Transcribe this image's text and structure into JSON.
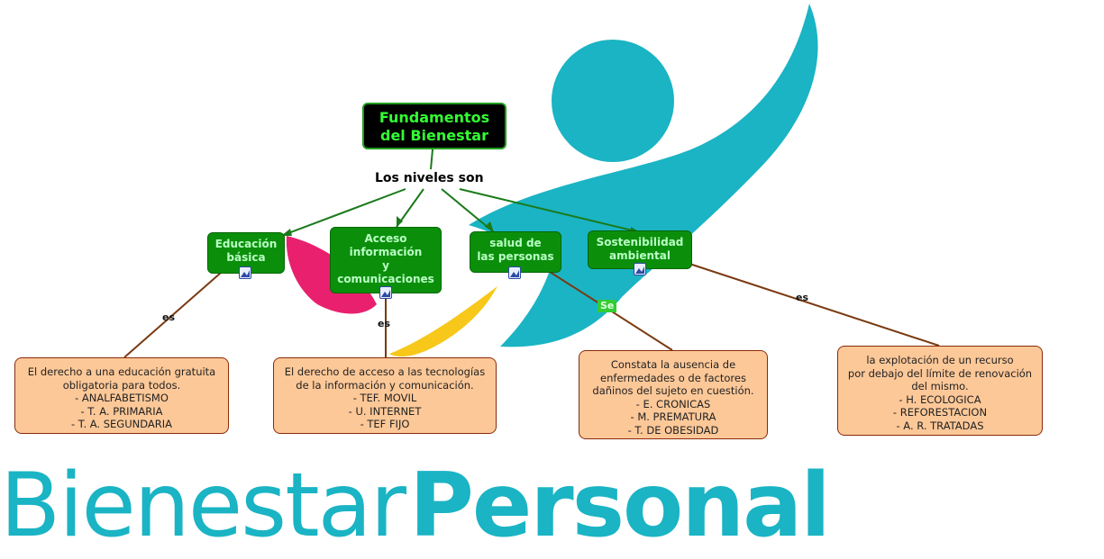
{
  "root": {
    "title_line1": "Fundamentos",
    "title_line2": "del Bienestar"
  },
  "link_label": "Los niveles son",
  "nodes": [
    {
      "lines": [
        "Educación",
        "básica"
      ]
    },
    {
      "lines": [
        "Acceso",
        "información",
        "y",
        "comunicaciones"
      ]
    },
    {
      "lines": [
        "salud de",
        "las personas"
      ]
    },
    {
      "lines": [
        "Sostenibilidad",
        "ambiental"
      ]
    }
  ],
  "connectors": {
    "es1": "es",
    "es2": "es",
    "se": "Se",
    "es3": "es"
  },
  "leaves": [
    {
      "lines": [
        "El derecho a una educación gratuita",
        "obligatoria para todos.",
        "-  ANALFABETISMO",
        "-  T. A. PRIMARIA",
        "-  T. A. SEGUNDARIA"
      ]
    },
    {
      "lines": [
        "El derecho de acceso a las tecnologías",
        "de la información y comunicación.",
        "-  TEF. MOVIL",
        "-  U. INTERNET",
        "-  TEF FIJO"
      ]
    },
    {
      "lines": [
        "Constata la ausencia de",
        "enfermedades o de factores",
        "dañinos del sujeto en cuestión.",
        "-  E. CRONICAS",
        "-  M. PREMATURA",
        "-  T. DE OBESIDAD"
      ]
    },
    {
      "lines": [
        "la explotación de un recurso",
        "por debajo del límite de renovación",
        "del mismo.",
        "-  H. ECOLOGICA",
        "-  REFORESTACION",
        "-  A. R. TRATADAS"
      ]
    }
  ],
  "brand": {
    "word1": "Bienestar",
    "word2": "Personal",
    "color": "#1ab4c4"
  },
  "colors": {
    "teal": "#1ab4c4",
    "pink": "#e8206e",
    "yellow": "#f7c81a",
    "node_green": "#0b8f0b",
    "leaf_fill": "#fdc898"
  }
}
